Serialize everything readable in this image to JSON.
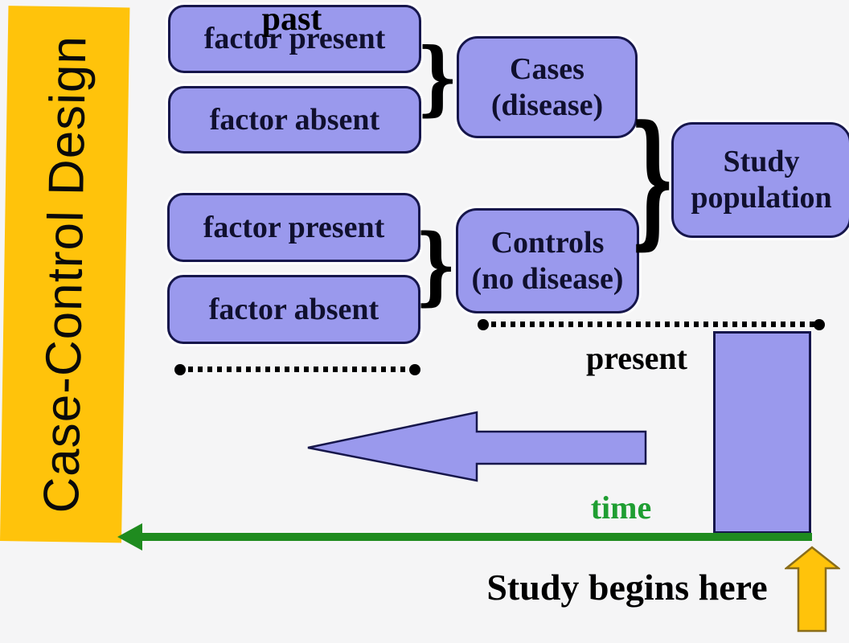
{
  "banner": {
    "title": "Case-Control Design"
  },
  "boxes": {
    "factor_present_top": {
      "label": "factor present"
    },
    "factor_absent_top": {
      "label": "factor absent"
    },
    "factor_present_bottom": {
      "label": "factor present"
    },
    "factor_absent_bottom": {
      "label": "factor absent"
    },
    "cases": {
      "line1": "Cases",
      "line2": "(disease)"
    },
    "controls": {
      "line1": "Controls",
      "line2": "(no disease)"
    },
    "study_population": {
      "line1": "Study",
      "line2": "population"
    }
  },
  "braces": {
    "glyph": "}"
  },
  "timeline": {
    "past_label": "past",
    "present_label": "present",
    "time_label": "time",
    "study_begins_label": "Study begins here"
  },
  "colors": {
    "background": "#f5f5f6",
    "box_fill": "#9a99ed",
    "box_border": "#16164b",
    "box_text": "#10102e",
    "banner_fill": "#ffc30b",
    "green": "#1f8b1f",
    "time_green": "#1f9e32",
    "gold_fill": "#ffc30b",
    "gold_border": "#8a6d1a"
  }
}
